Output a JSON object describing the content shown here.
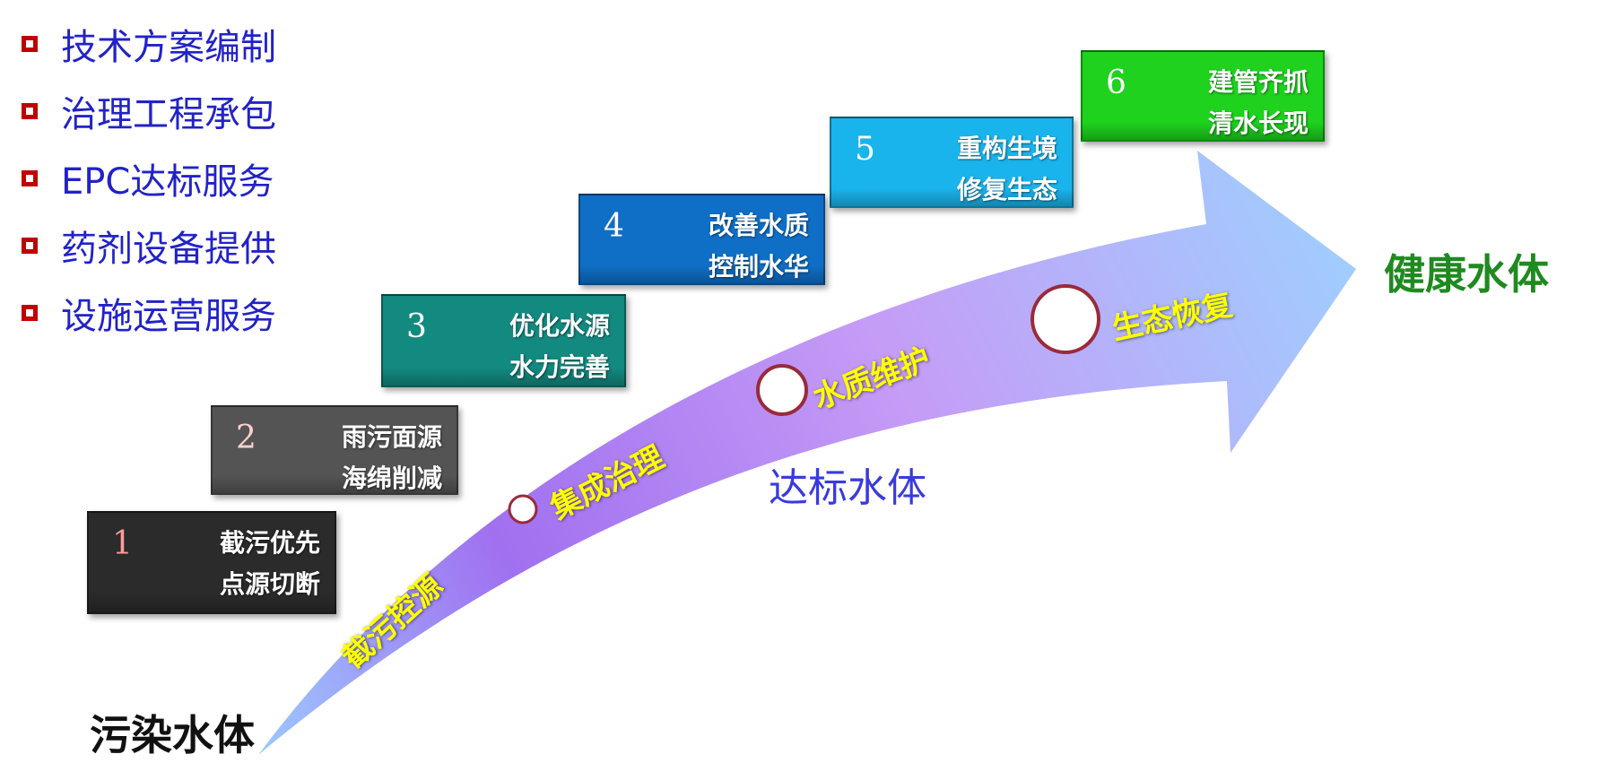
{
  "services": [
    {
      "label": "技术方案编制"
    },
    {
      "label": "治理工程承包"
    },
    {
      "label": "EPC达标服务"
    },
    {
      "label": "药剂设备提供"
    },
    {
      "label": "设施运营服务"
    }
  ],
  "steps": [
    {
      "num": "1",
      "line1": "截污优先",
      "line2": "点源切断",
      "color": "#2b2b2b",
      "num_color": "#ff9c9c"
    },
    {
      "num": "2",
      "line1": "雨污面源",
      "line2": "海绵削减",
      "color": "#545454",
      "num_color": "#ffd0d0"
    },
    {
      "num": "3",
      "line1": "优化水源",
      "line2": "水力完善",
      "color": "#128a80",
      "num_color": "#ffffff"
    },
    {
      "num": "4",
      "line1": "改善水质",
      "line2": "控制水华",
      "color": "#0f6fc6",
      "num_color": "#ffffff"
    },
    {
      "num": "5",
      "line1": "重构生境",
      "line2": "修复生态",
      "color": "#1ab4ec",
      "num_color": "#ffffff"
    },
    {
      "num": "6",
      "line1": "建管齐抓",
      "line2": "清水长现",
      "color": "#1ed21e",
      "num_color": "#ffffff"
    }
  ],
  "arrow": {
    "stages": [
      "截污控源",
      "集成治理",
      "水质维护",
      "生态恢复"
    ]
  },
  "labels": {
    "start": "污染水体",
    "middle": "达标水体",
    "end": "健康水体"
  },
  "colors": {
    "bullet": "#c00000",
    "service_text": "#2222c8",
    "stage_text": "#ffff00",
    "middle_label": "#3a3ae0",
    "end_label": "#1f8a1f"
  }
}
